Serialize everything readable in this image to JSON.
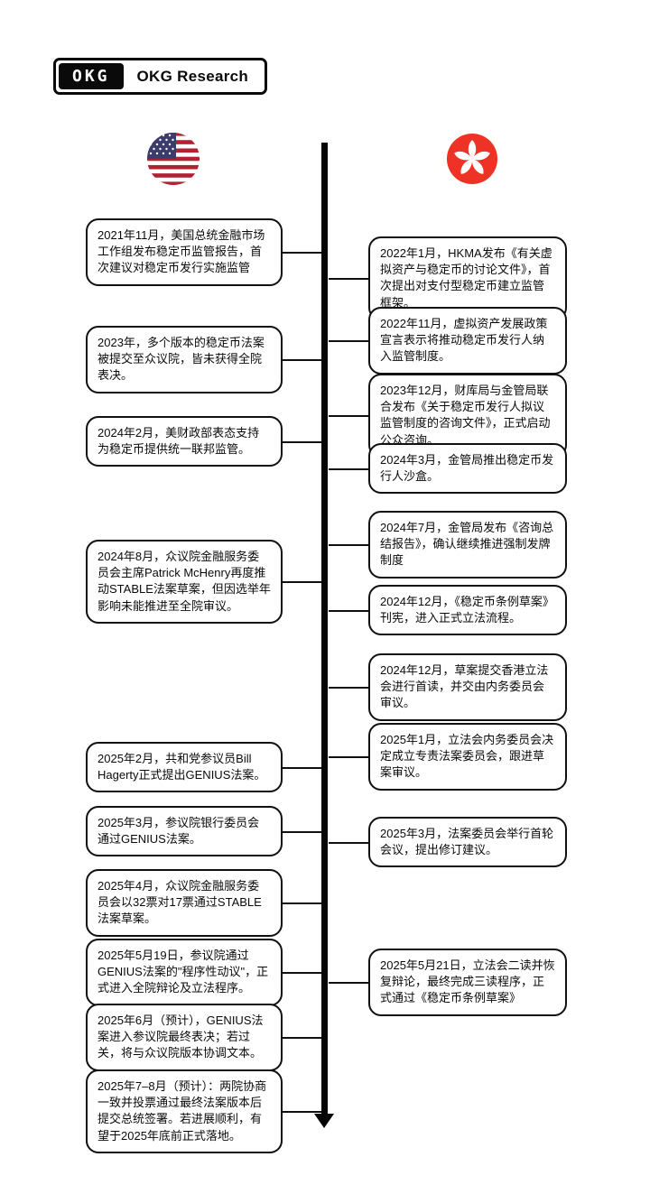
{
  "logo": {
    "brand": "OKG",
    "title": "OKG Research"
  },
  "colors": {
    "hk_flag_red": "#EE3326",
    "us_flag_red": "#B22234",
    "us_flag_blue": "#3C3B6E",
    "line_black": "#060606"
  },
  "us_events": [
    {
      "text": "2021年11月，美国总统金融市场工作组发布稳定币监管报告，首次建议对稳定币发行实施监管"
    },
    {
      "text": "2023年，多个版本的稳定币法案被提交至众议院，皆未获得全院表决。"
    },
    {
      "text": "2024年2月，美财政部表态支持为稳定币提供统一联邦监管。"
    },
    {
      "text": "2024年8月，众议院金融服务委员会主席Patrick McHenry再度推动STABLE法案草案，但因选举年影响未能推进至全院审议。"
    },
    {
      "text": "2025年2月，共和党参议员Bill Hagerty正式提出GENIUS法案。"
    },
    {
      "text": "2025年3月，参议院银行委员会通过GENIUS法案。"
    },
    {
      "text": "2025年4月，众议院金融服务委员会以32票对17票通过STABLE法案草案。"
    },
    {
      "text": "2025年5月19日，参议院通过GENIUS法案的\"程序性动议\"，正式进入全院辩论及立法程序。"
    },
    {
      "text": "2025年6月（预计），GENIUS法案进入参议院最终表决；若过关，将与众议院版本协调文本。"
    },
    {
      "text": "2025年7–8月（预计）：两院协商一致并投票通过最终法案版本后提交总统签署。若进展顺利，有望于2025年底前正式落地。"
    }
  ],
  "hk_events": [
    {
      "text": "2022年1月，HKMA发布《有关虚拟资产与稳定币的讨论文件》，首次提出对支付型稳定币建立监管框架。"
    },
    {
      "text": "2022年11月，虚拟资产发展政策宣言表示将推动稳定币发行人纳入监管制度。"
    },
    {
      "text": "2023年12月，财库局与金管局联合发布《关于稳定币发行人拟议监管制度的咨询文件》，正式启动公众咨询。"
    },
    {
      "text": "2024年3月，金管局推出稳定币发行人沙盒。"
    },
    {
      "text": "2024年7月，金管局发布《咨询总结报告》，确认继续推进强制发牌制度"
    },
    {
      "text": "2024年12月，《稳定币条例草案》刊宪，进入正式立法流程。"
    },
    {
      "text": "2024年12月，草案提交香港立法会进行首读，并交由内务委员会审议。"
    },
    {
      "text": "2025年1月，立法会内务委员会决定成立专责法案委员会，跟进草案审议。"
    },
    {
      "text": "2025年3月，法案委员会举行首轮会议，提出修订建议。"
    },
    {
      "text": "2025年5月21日，立法会二读并恢复辩论，最终完成三读程序，正式通过《稳定币条例草案》"
    }
  ]
}
